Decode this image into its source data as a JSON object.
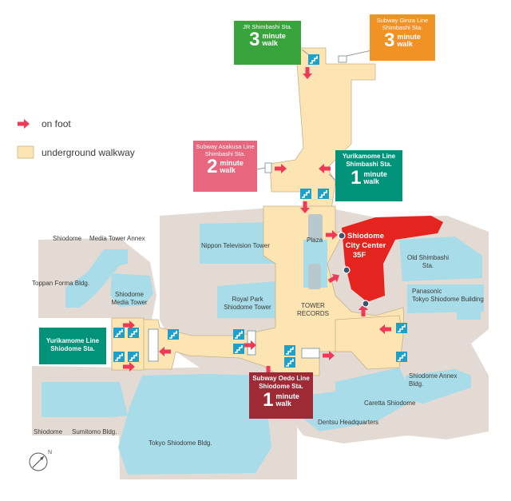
{
  "legend": {
    "on_foot": "on foot",
    "underground_walkway": "underground walkway"
  },
  "colors": {
    "walkway": "#fde5b3",
    "building": "#a8dce8",
    "ground": "#e3dad3",
    "highlight_building": "#e52420",
    "arrow": "#ee3a57",
    "stairs": "#1fa0c9"
  },
  "stations": {
    "jr_shimbashi": {
      "name": "JR Shimbashi Sta.",
      "minutes": "3",
      "unit_line1": "minute",
      "unit_line2": "walk"
    },
    "ginza_shimbashi": {
      "name_line1": "Subway Ginza Line",
      "name_line2": "Shimbashi Sta.",
      "minutes": "3",
      "unit_line1": "minute",
      "unit_line2": "walk"
    },
    "asakusa_shimbashi": {
      "name_line1": "Subway Asakusa Line",
      "name_line2": "Shimbashi Sta.",
      "minutes": "2",
      "unit_line1": "minute",
      "unit_line2": "walk"
    },
    "yurikamome_shimbashi": {
      "name_line1": "Yurikamome Line",
      "name_line2": "Shimbashi Sta.",
      "minutes": "1",
      "unit_line1": "minute",
      "unit_line2": "walk"
    },
    "yurikamome_shiodome": {
      "name_line1": "Yurikamome Line",
      "name_line2": "Shiodome Sta."
    },
    "oedo_shiodome": {
      "name_line1": "Subway Oedo Line",
      "name_line2": "Shiodome Sta.",
      "minutes": "1",
      "unit_line1": "minute",
      "unit_line2": "walk"
    }
  },
  "buildings": {
    "media_tower_annex_a": "Shiodome",
    "media_tower_annex_b": "Media Tower Annex",
    "toppan_forma": "Toppan Forma Bldg.",
    "media_tower_line1": "Shiodome",
    "media_tower_line2": "Media Tower",
    "ntv_tower": "Nippon Television Tower",
    "royal_park_line1": "Royal Park",
    "royal_park_line2": "Shiodome Tower",
    "plaza": "Plaza",
    "tower_records_line1": "TOWER",
    "tower_records_line2": "RECORDS",
    "city_center_line1": "Shiodome",
    "city_center_line2": "City Center",
    "city_center_line3": "35F",
    "old_shimbashi_line1": "Old Shimbashi",
    "old_shimbashi_line2": "Sta.",
    "panasonic_line1": "Panasonic",
    "panasonic_line2": "Tokyo Shiodome Building",
    "annex_line1": "Shiodome Annex",
    "annex_line2": "Bldg.",
    "caretta": "Caretta Shiodome",
    "dentsu": "Dentsu Headquarters",
    "sumitomo_a": "Shiodome",
    "sumitomo_b": "Sumitomo Bldg.",
    "tokyo_shiodome": "Tokyo Shiodome Bldg."
  },
  "icons": {
    "compass": "compass-icon",
    "stairs": "stairs-icon",
    "escalator": "escalator-icon",
    "arrow": "walk-arrow-icon",
    "entrance": "entrance-dot-icon"
  }
}
